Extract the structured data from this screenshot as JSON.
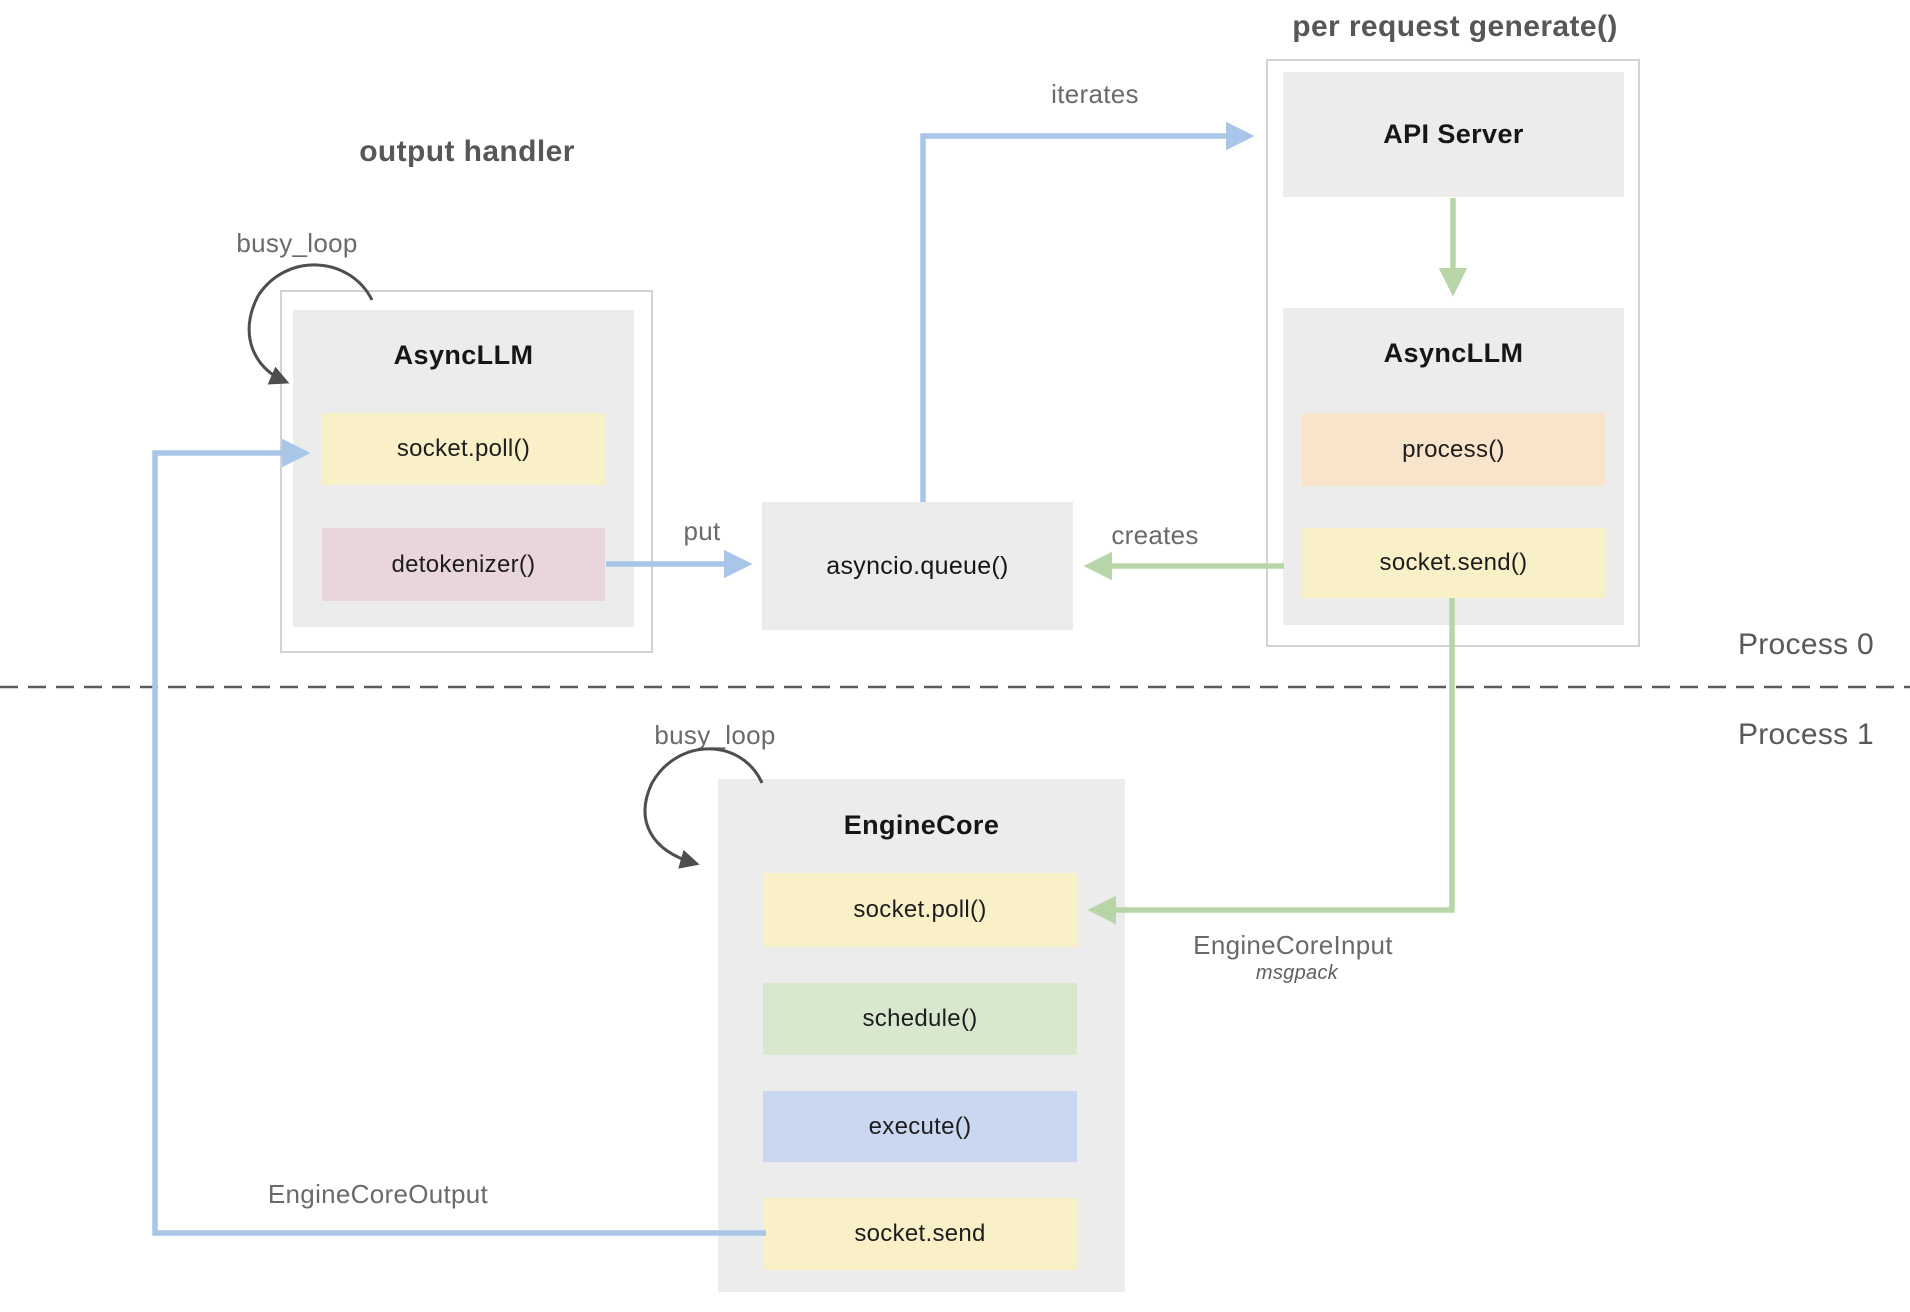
{
  "headings": {
    "output_handler": "output handler",
    "per_request_generate": "per request generate()"
  },
  "annotations": {
    "busy_loop": "busy_loop",
    "iterates": "iterates",
    "put": "put",
    "creates": "creates",
    "engine_core_input": "EngineCoreInput",
    "engine_core_input_format": "msgpack",
    "engine_core_output": "EngineCoreOutput",
    "process_0": "Process 0",
    "process_1": "Process 1"
  },
  "nodes": {
    "api_server": {
      "title": "API Server"
    },
    "async_llm_request": {
      "title": "AsyncLLM",
      "methods": [
        {
          "label": "process()"
        },
        {
          "label": "socket.send()"
        }
      ]
    },
    "async_llm_output": {
      "title": "AsyncLLM",
      "methods": [
        {
          "label": "socket.poll()"
        },
        {
          "label": "detokenizer()"
        }
      ]
    },
    "asyncio_queue": {
      "title": "asyncio.queue()"
    },
    "engine_core": {
      "title": "EngineCore",
      "methods": [
        {
          "label": "socket.poll()"
        },
        {
          "label": "schedule()"
        },
        {
          "label": "execute()"
        },
        {
          "label": "socket.send"
        }
      ]
    }
  },
  "colors": {
    "node_bg": "#ECECEC",
    "container_border": "#D2D2D2",
    "method_yellow": "#FAF0C8",
    "method_pink": "#E8D5DE",
    "method_orange": "#F8E4CB",
    "method_green": "#D8E8CF",
    "method_blue": "#C9D7F0",
    "arrow_blue": "#A9C6E8",
    "arrow_green": "#B7D5A6",
    "loop_arrow": "#4E4E4E",
    "separator": "#5A5A5A",
    "heading_text": "#575757",
    "annotation_text": "#6A6A6A"
  }
}
